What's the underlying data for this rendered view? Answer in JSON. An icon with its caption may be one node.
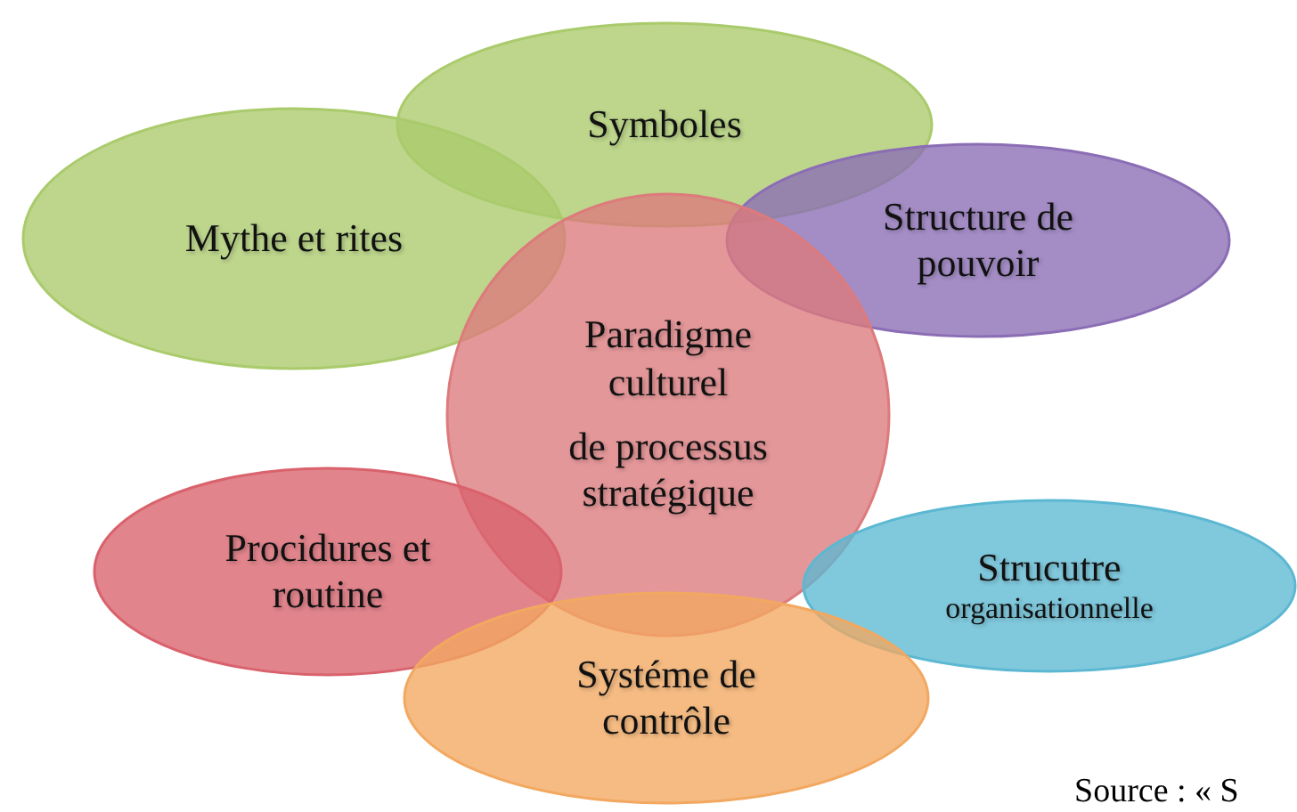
{
  "diagram": {
    "nodes": [
      {
        "text": [
          "Symboles"
        ]
      },
      {
        "text": [
          "Mythe et rites"
        ]
      },
      {
        "text": [
          "Structure de pouvoir"
        ]
      },
      {
        "text": [
          "Paradigme culturel",
          "de processus stratégique"
        ]
      },
      {
        "text": [
          "Procidures et routine"
        ]
      },
      {
        "text": [
          "Strucutre",
          "organisationnelle"
        ]
      },
      {
        "text": [
          "Systéme de contrôle"
        ]
      }
    ],
    "labels": [
      "Source : « S"
    ]
  }
}
